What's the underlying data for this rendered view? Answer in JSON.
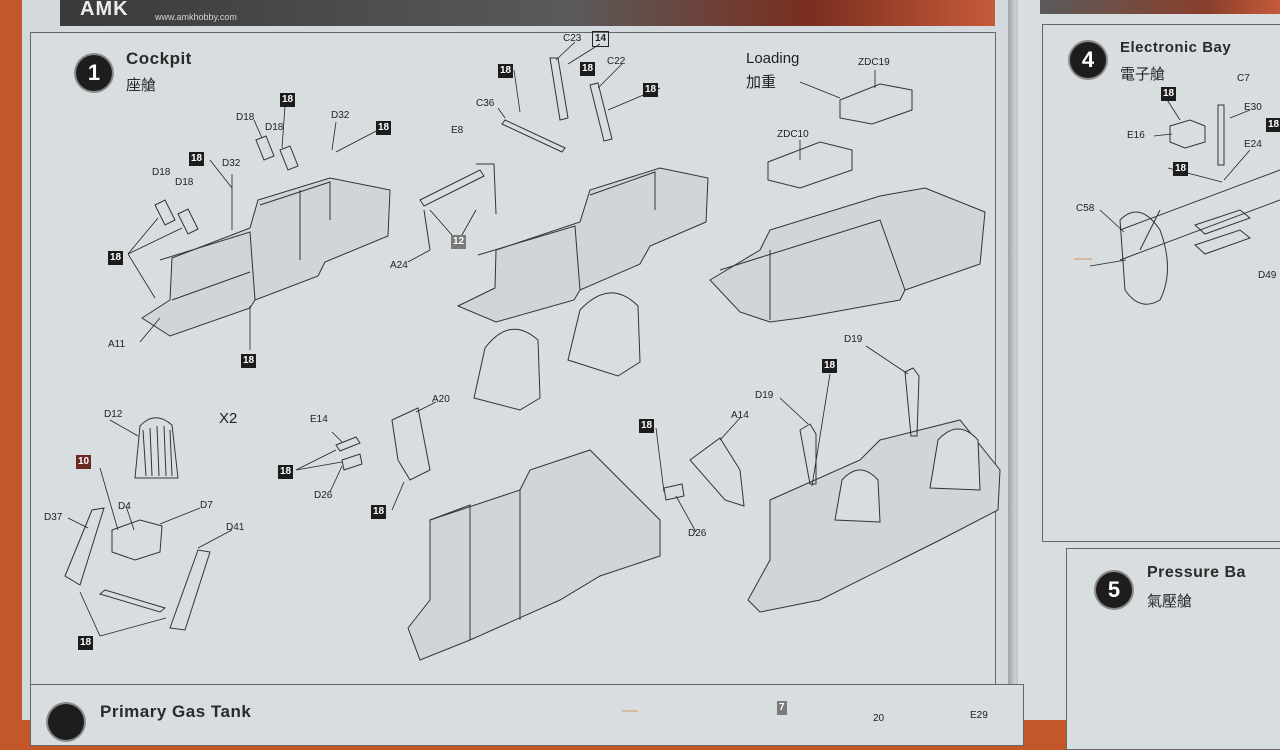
{
  "header": {
    "brand": "AMK",
    "site": "www.amkhobby.com"
  },
  "step1": {
    "number": "1",
    "title": "Cockpit",
    "subtitle": "座艙"
  },
  "step4": {
    "number": "4",
    "title": "Electronic Bay",
    "subtitle": "電子艙"
  },
  "step5": {
    "number": "5",
    "title": "Pressure Ba",
    "subtitle": "氣壓艙"
  },
  "step_bottom": {
    "title": "Primary Gas Tank"
  },
  "loading": {
    "title": "Loading",
    "subtitle": "加重"
  },
  "quantity": "X2",
  "parts": {
    "A11": "A11",
    "A14": "A14",
    "A20": "A20",
    "A24": "A24",
    "C22": "C22",
    "C23": "C23",
    "C36": "C36",
    "C58": "C58",
    "C7": "C7",
    "D4": "D4",
    "D7": "D7",
    "D12": "D12",
    "D18": "D18",
    "D19": "D19",
    "D26": "D26",
    "D32": "D32",
    "D37": "D37",
    "D41": "D41",
    "D49": "D49",
    "E8": "E8",
    "E14": "E14",
    "E16": "E16",
    "E24": "E24",
    "E29": "E29",
    "E30": "E30",
    "ZDC10": "ZDC10",
    "ZDC19": "ZDC19",
    "D4b": "D4",
    "n20": "20"
  },
  "colors": {
    "c18": "18",
    "c10": "10",
    "c12": "12",
    "c14": "14",
    "c7": "7"
  }
}
